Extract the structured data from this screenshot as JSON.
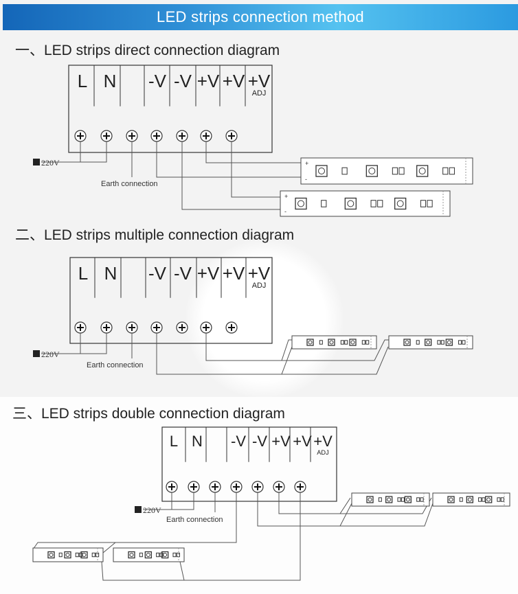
{
  "header": {
    "title": "LED strips connection method"
  },
  "sections": [
    {
      "title": "一、LED  strips direct connection diagram"
    },
    {
      "title": "二、LED  strips multiple connection diagram"
    },
    {
      "title": "三、LED  strips double  connection diagram"
    }
  ],
  "terminal_labels": [
    "L",
    "N",
    "",
    "-V",
    "-V",
    "+V",
    "+V",
    "+V"
  ],
  "adj_label": "ADJ",
  "input_voltage": "220V",
  "earth_label": "Earth connection",
  "strip_plus": "+",
  "strip_minus": "-",
  "colors": {
    "header_start": "#1466b8",
    "header_mid": "#55c2f0",
    "line": "#555555"
  }
}
